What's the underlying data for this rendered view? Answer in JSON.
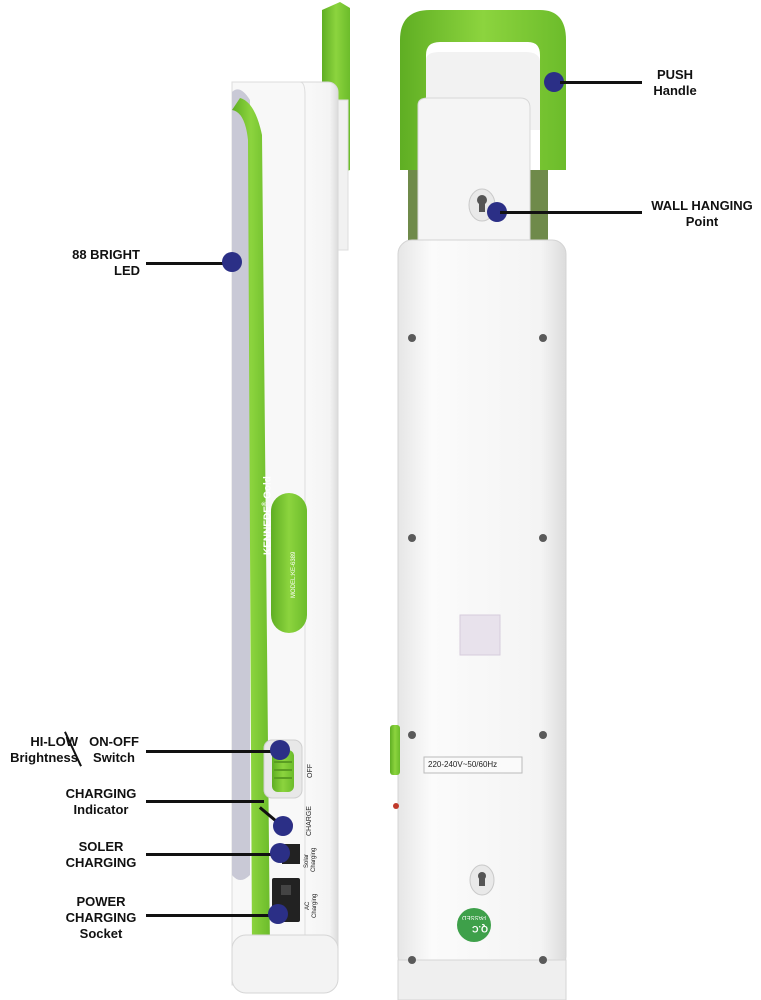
{
  "colors": {
    "accent_green": "#7dc832",
    "body_white": "#f4f4f4",
    "dot_blue": "#2b2f86"
  },
  "product": {
    "brand": "KENNEDE",
    "brand_suffix": "Gold",
    "model": "MODEL:KE-6389",
    "rating_label": "220-240V~50/60Hz",
    "qc_label": "Q.C",
    "passed_label": "PASSED",
    "switch_off": "OFF",
    "charge_label": "CHARGE",
    "solar_label_1": "Solar",
    "solar_label_2": "Charging",
    "ac_label_1": "AC",
    "ac_label_2": "Charging"
  },
  "callouts": {
    "led": {
      "line1": "88 BRIGHT",
      "line2": "LED"
    },
    "hilow": {
      "line1": "HI-LOW",
      "line2": "Brightness"
    },
    "onoff": {
      "line1": "ON-OFF",
      "line2": "Switch"
    },
    "indicator": {
      "line1": "CHARGING",
      "line2": "Indicator"
    },
    "solar": {
      "line1": "SOLER",
      "line2": "CHARGING"
    },
    "power": {
      "line1": "POWER",
      "line2": "CHARGING",
      "line3": "Socket"
    },
    "handle": {
      "line1": "PUSH",
      "line2": "Handle"
    },
    "wall": {
      "line1": "WALL HANGING",
      "line2": "Point"
    }
  }
}
